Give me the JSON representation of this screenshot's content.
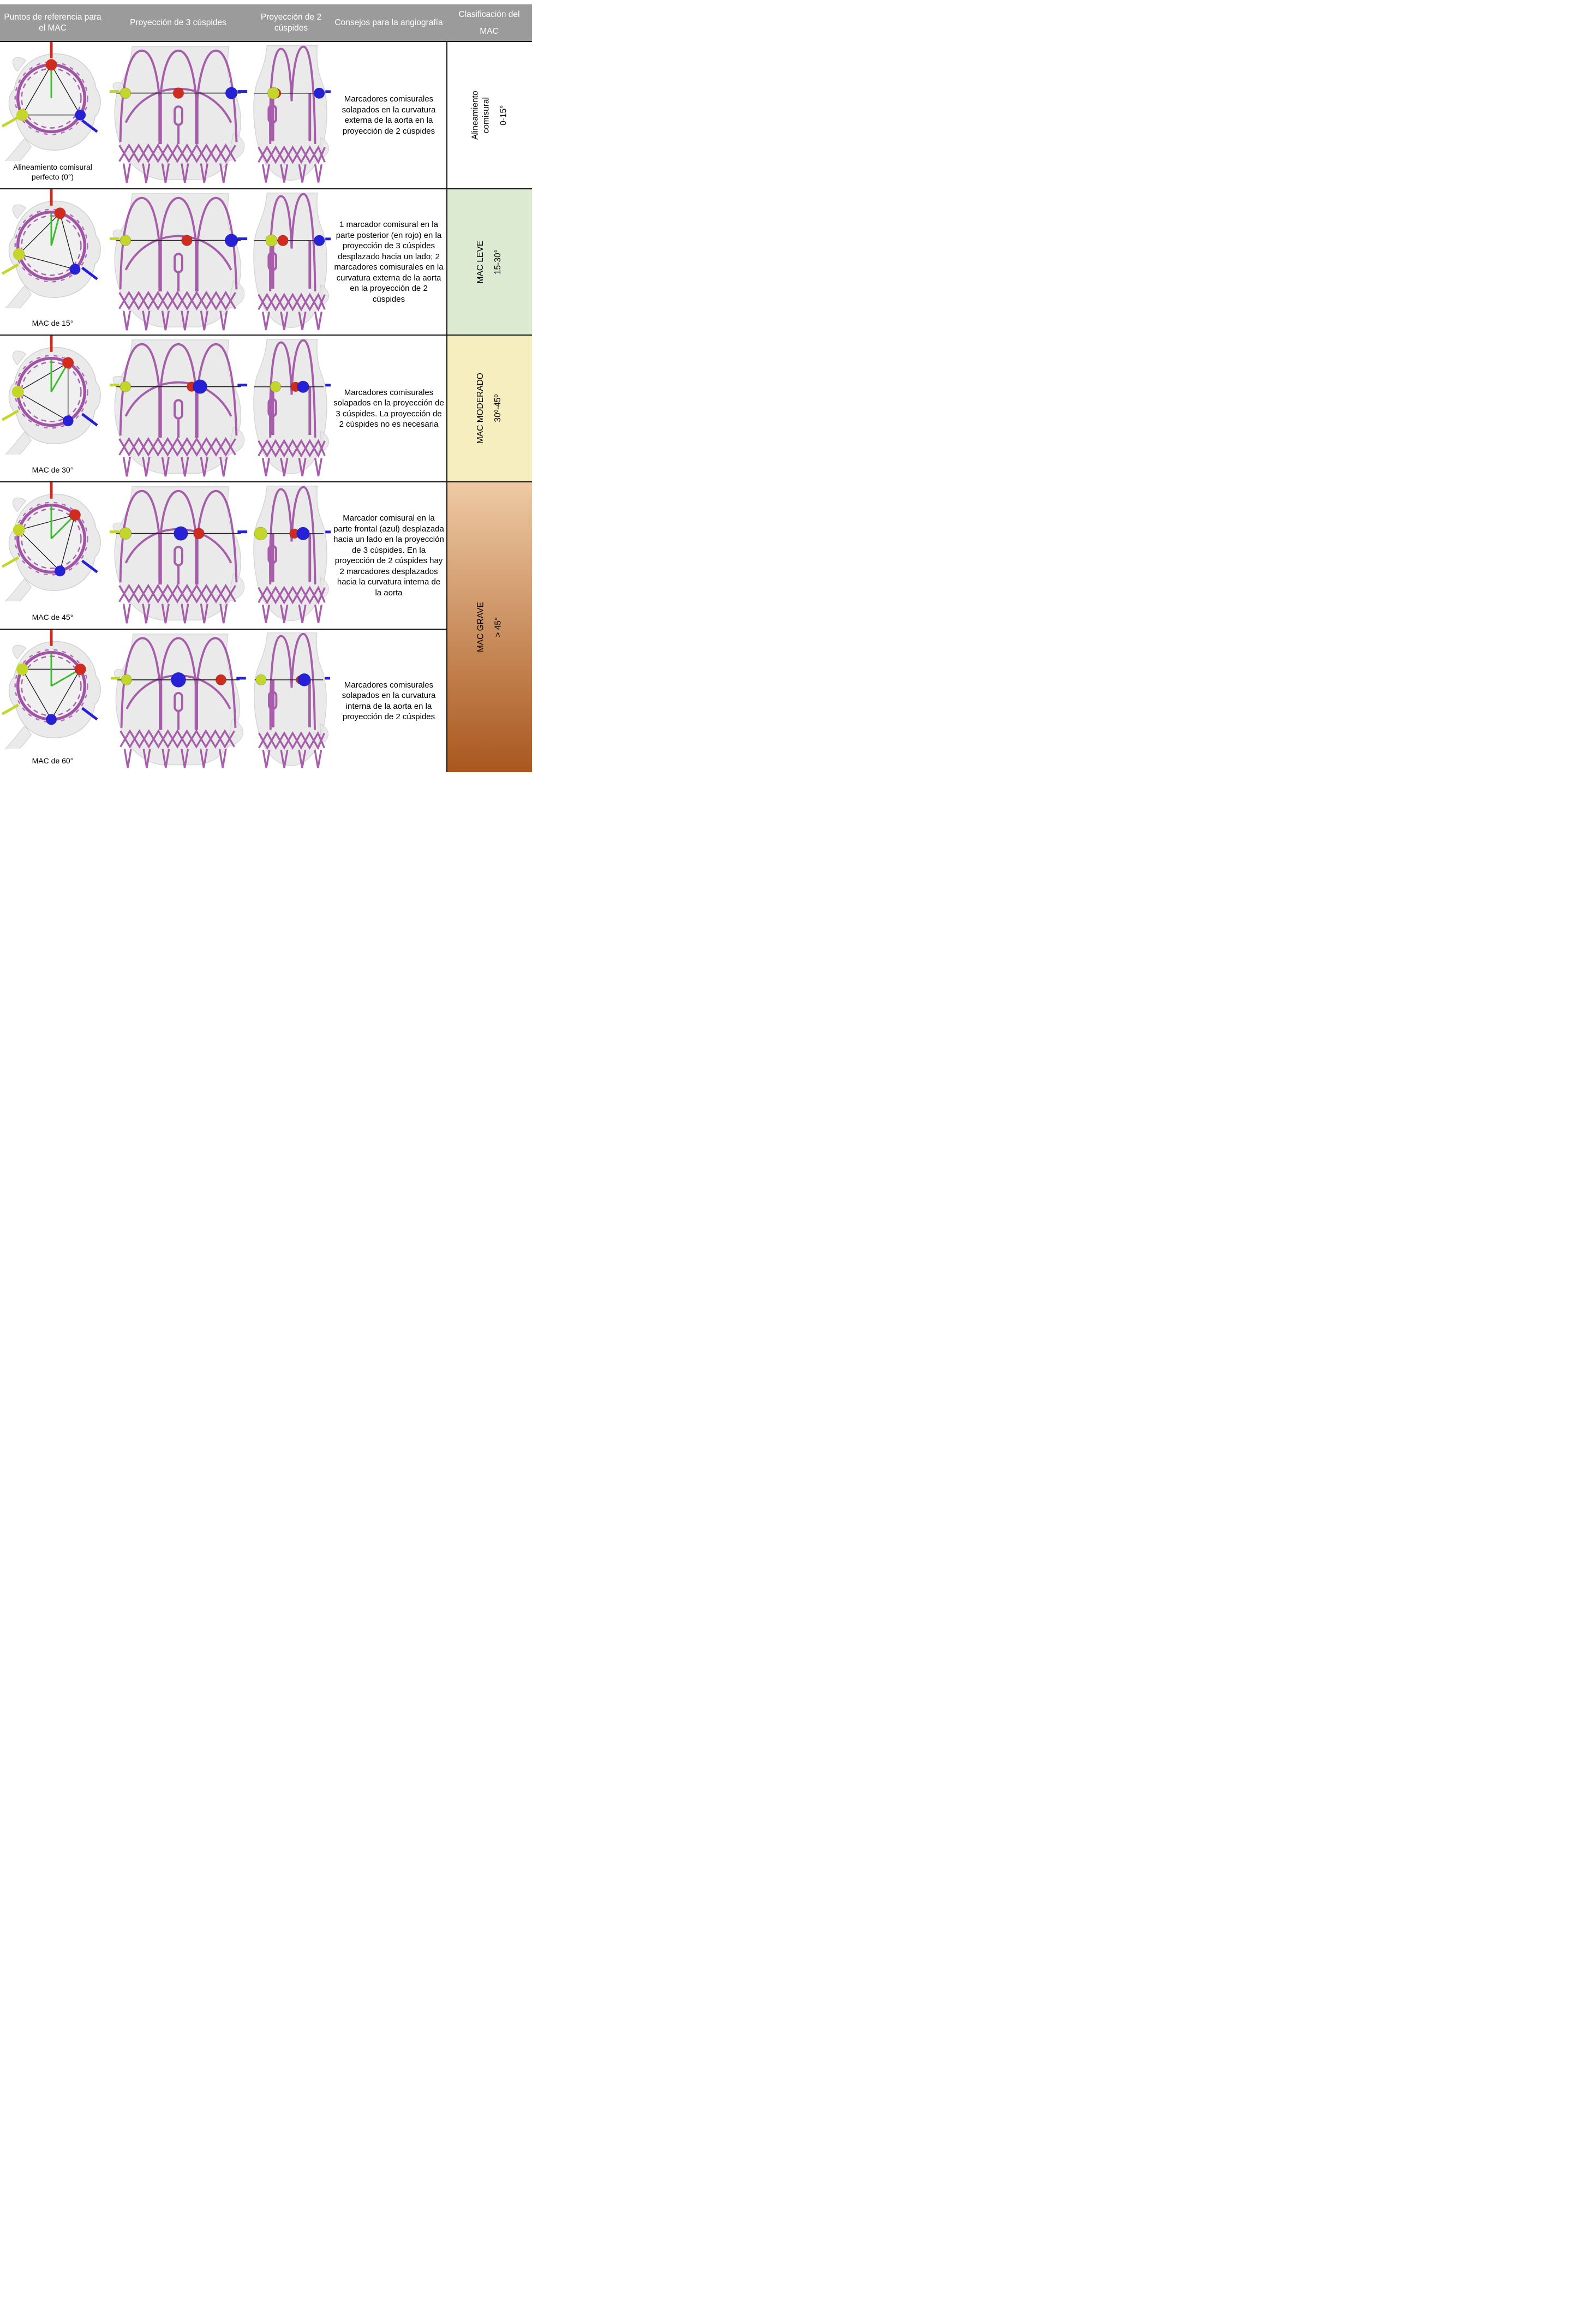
{
  "header": {
    "col_reference": "Puntos de referencia para el MAC",
    "col_three_cusp": "Proyección de 3 cúspides",
    "col_two_cusp": "Proyección de 2 cúspides",
    "col_tips": "Consejos para la angiografía",
    "col_classification": "Clasificación del MAC"
  },
  "colors": {
    "header_bg": "#9b9b9b",
    "border": "#161616",
    "stent_purple": "#a153a6",
    "marker_red": "#cf2b1e",
    "marker_yellow": "#c3d629",
    "marker_blue": "#2621d6",
    "angle_green": "#3dbb2f",
    "class_leve_bg": "#dcead2",
    "class_moderado_bg": "#f6eebf",
    "class_grave_top": "#eecaa4",
    "class_grave_bottom": "#a9571e"
  },
  "rows": [
    {
      "label": "Alineamiento comisural perfecto (0°)",
      "tip": "Marcadores comisurales solapados en la curvatura externa de la aorta en la proyección de 2 cúspides",
      "mac_angle_deg": 0,
      "classification": {
        "name": "Alineamiento comisural",
        "range": "0-15°"
      },
      "three_cusp_markers": [
        {
          "color": "yellow",
          "f": 0.06,
          "r": 10
        },
        {
          "color": "red",
          "f": 0.5,
          "r": 10
        },
        {
          "color": "blue",
          "f": 0.94,
          "r": 11
        }
      ],
      "two_cusp_markers": [
        {
          "color": "red",
          "f": 0.31,
          "r": 9
        },
        {
          "color": "yellow",
          "f": 0.27,
          "r": 11
        },
        {
          "color": "blue",
          "f": 0.95,
          "r": 10
        }
      ]
    },
    {
      "label": "MAC de 15°",
      "tip": "1 marcador comisural en la parte posterior (en rojo) en la proyección de 3 cúspides desplazado hacia un lado; 2 marcadores comisurales en la curvatura externa de la aorta en la proyección de 2 cúspides",
      "mac_angle_deg": 15,
      "classification": {
        "name": "MAC LEVE",
        "range": "15-30°"
      },
      "three_cusp_markers": [
        {
          "color": "yellow",
          "f": 0.06,
          "r": 10
        },
        {
          "color": "red",
          "f": 0.57,
          "r": 10
        },
        {
          "color": "blue",
          "f": 0.94,
          "r": 12
        }
      ],
      "two_cusp_markers": [
        {
          "color": "yellow",
          "f": 0.24,
          "r": 11
        },
        {
          "color": "red",
          "f": 0.41,
          "r": 10
        },
        {
          "color": "blue",
          "f": 0.95,
          "r": 10
        }
      ]
    },
    {
      "label": "MAC de 30°",
      "tip": "Marcadores comisurales solapados en la proyección de 3 cúspides. La proyección de 2 cúspides no es necesaria",
      "mac_angle_deg": 30,
      "classification": {
        "name": "MAC MODERADO",
        "range": "30º-45º"
      },
      "three_cusp_markers": [
        {
          "color": "yellow",
          "f": 0.06,
          "r": 10
        },
        {
          "color": "red",
          "f": 0.61,
          "r": 9
        },
        {
          "color": "blue",
          "f": 0.68,
          "r": 13
        }
      ],
      "two_cusp_markers": [
        {
          "color": "yellow",
          "f": 0.3,
          "r": 10
        },
        {
          "color": "red",
          "f": 0.6,
          "r": 9
        },
        {
          "color": "blue",
          "f": 0.71,
          "r": 11
        }
      ]
    },
    {
      "label": "MAC de 45°",
      "tip": "Marcador comisural en la parte frontal (azul) desplazada hacia un lado en la proyección de 3 cúspides. En la proyección de 2 cúspides hay 2 marcadores desplazados hacia la curvatura interna de la aorta",
      "mac_angle_deg": 45,
      "classification": {
        "name": "MAC GRAVE",
        "range": "> 45°",
        "spans_two_rows": true
      },
      "three_cusp_markers": [
        {
          "color": "yellow",
          "f": 0.06,
          "r": 11
        },
        {
          "color": "blue",
          "f": 0.52,
          "r": 13
        },
        {
          "color": "red",
          "f": 0.67,
          "r": 10
        }
      ],
      "two_cusp_markers": [
        {
          "color": "yellow",
          "f": 0.08,
          "r": 12
        },
        {
          "color": "red",
          "f": 0.58,
          "r": 9
        },
        {
          "color": "blue",
          "f": 0.71,
          "r": 12
        }
      ]
    },
    {
      "label": "MAC de 60°",
      "tip": "Marcadores comisurales solapados en la curvatura interna de la aorta en la proyección de 2 cúspides",
      "mac_angle_deg": 60,
      "classification": null,
      "three_cusp_markers": [
        {
          "color": "yellow",
          "f": 0.06,
          "r": 10
        },
        {
          "color": "blue",
          "f": 0.5,
          "r": 14
        },
        {
          "color": "red",
          "f": 0.86,
          "r": 10
        }
      ],
      "two_cusp_markers": [
        {
          "color": "yellow",
          "f": 0.08,
          "r": 10
        },
        {
          "color": "red",
          "f": 0.67,
          "r": 8
        },
        {
          "color": "blue",
          "f": 0.73,
          "r": 12
        }
      ]
    }
  ]
}
